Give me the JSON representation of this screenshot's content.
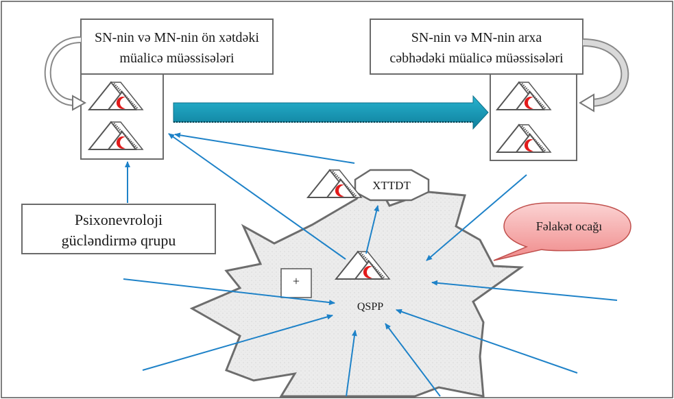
{
  "labels": {
    "front_box": [
      "SN-nin və MN-nin ön xətdəki",
      "müalicə müəssisələri"
    ],
    "rear_box": [
      "SN-nin və MN-nin arxa",
      "cəbhədəki müalicə müəssisələri"
    ],
    "psych_box": [
      "Psixonevroloji",
      "gücləndirmə qrupu"
    ],
    "xttdt": "XTTDT",
    "disaster_bubble": "Fəlakət ocağı",
    "qspp": "QSPP",
    "plus": "+"
  },
  "colors": {
    "frame": "#555555",
    "box_border": "#6a6a6a",
    "arrow_blue": "#1e82c8",
    "big_arrow": "#1796b5",
    "crescent": "#e21b1b",
    "bubble_fill": "#f4a6a6",
    "bubble_stroke": "#c0504d",
    "burst_fill": "#e8e8e8",
    "burst_stroke": "#6d6d6d"
  },
  "icons": [
    "red-crescent-tent-icon"
  ]
}
